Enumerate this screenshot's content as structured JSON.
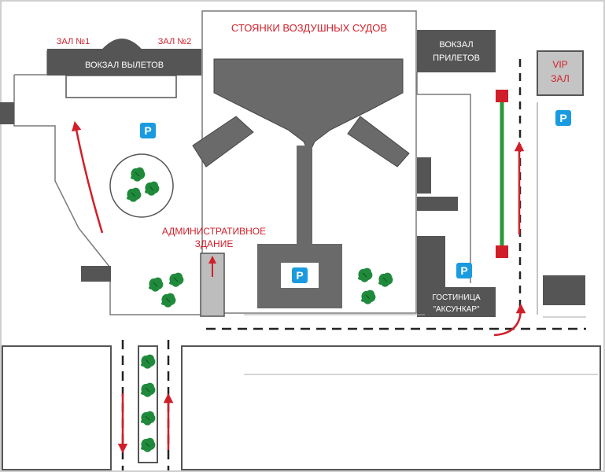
{
  "labels": {
    "hall_1": "ЗАЛ №1",
    "hall_2": "ЗАЛ №2",
    "departures": "ВОКЗАЛ ВЫЛЕТОВ",
    "aircraft_parking": "СТОЯНКИ ВОЗДУШНЫХ СУДОВ",
    "arrivals_line1": "ВОКЗАЛ",
    "arrivals_line2": "ПРИЛЕТОВ",
    "vip_line1": "VIP",
    "vip_line2": "ЗАЛ",
    "admin_line1": "АДМИНИСТРАТИВНОЕ",
    "admin_line2": "ЗДАНИЕ",
    "hotel_line1": "ГОСТИНИЦА",
    "hotel_line2": "\"АКСУНКАР\""
  },
  "parking_symbol": "P",
  "colors": {
    "building": "#555555",
    "outline": "#7a7a7a",
    "label_red": "#d11f2a",
    "parking_blue": "#1a9be0",
    "tree_green": "#1f8a3b",
    "barrier_green": "#2a9a3a",
    "arrow_red": "#d11f2a",
    "admin_gray": "#bdbdbd"
  },
  "icons": [
    "parking-icon",
    "tree-icon",
    "arrow-icon",
    "dashed-road-line"
  ]
}
